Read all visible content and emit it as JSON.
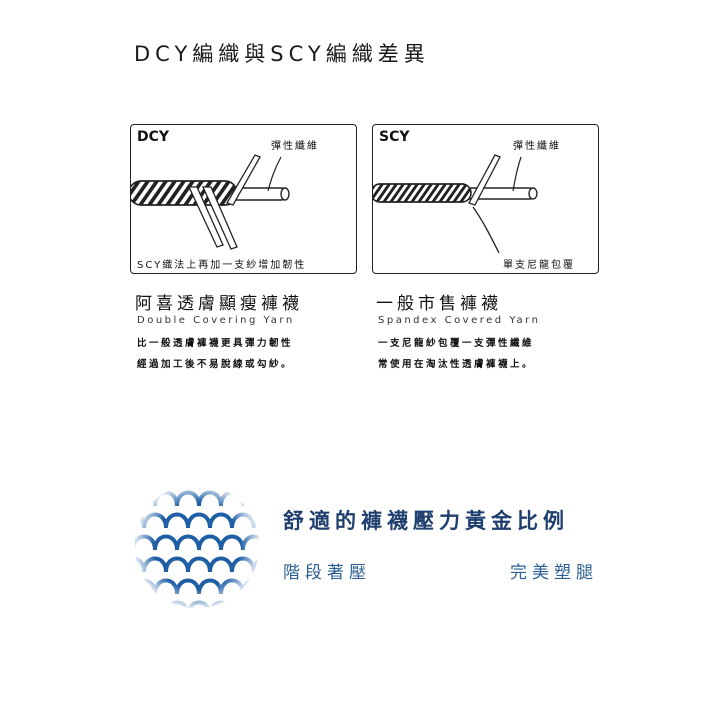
{
  "page_title": "DCY編織與SCY編織差異",
  "dcy_panel": {
    "label": "DCY",
    "fiber_label": "彈性纖維",
    "note": "SCY織法上再加一支紗增加韌性"
  },
  "scy_panel": {
    "label": "SCY",
    "fiber_label": "彈性纖維",
    "note": "單支尼龍包覆"
  },
  "dcy_text": {
    "title": "阿喜透膚顯瘦褲襪",
    "subtitle": "Double Covering Yarn",
    "line1": "比一般透膚褲襪更具彈力韌性",
    "line2": "經過加工後不易脫線或勾紗。"
  },
  "scy_text": {
    "title": "一般市售褲襪",
    "subtitle": "Spandex Covered Yarn",
    "line1": "一支尼龍紗包覆一支彈性纖維",
    "line2": "常使用在淘汰性透膚褲襪上。"
  },
  "bottom": {
    "heading": "舒適的褲襪壓力黃金比例",
    "left_text": "階段著壓",
    "right_text": "完美塑腿"
  },
  "colors": {
    "accent_dark": "#1f3f6e",
    "accent_blue": "#2c5f93",
    "mesh_blue": "#1e5fa6"
  },
  "icons": {
    "mesh": "knit-mesh-icon"
  }
}
